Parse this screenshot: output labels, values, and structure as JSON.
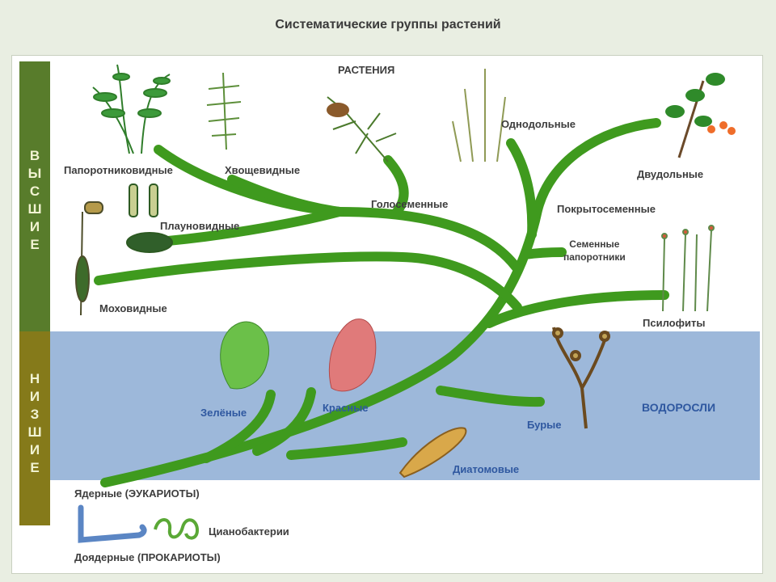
{
  "title": "Систематические группы растений",
  "side": {
    "higher": [
      "В",
      "Ы",
      "С",
      "Ш",
      "И",
      "Е"
    ],
    "lower": [
      "Н",
      "И",
      "З",
      "Ш",
      "И",
      "Е"
    ]
  },
  "labels": {
    "plants": "РАСТЕНИЯ",
    "ferns": "Папоротниковидные",
    "horsetails": "Хвощевидные",
    "gymnosperms": "Голосеменные",
    "monocots": "Однодольные",
    "dicots": "Двудольные",
    "angiosperms": "Покрытосеменные",
    "lycopods": "Плауновидные",
    "seed_ferns_1": "Семенные",
    "seed_ferns_2": "папоротники",
    "mosses": "Моховидные",
    "psilophytes": "Псилофиты",
    "green": "Зелёные",
    "red": "Красные",
    "brown": "Бурые",
    "algae": "ВОДОРОСЛИ",
    "diatoms": "Диатомовые",
    "eukaryotes": "Ядерные (ЭУКАРИОТЫ)",
    "cyanobacteria": "Цианобактерии",
    "prokaryotes": "Доядерные (ПРОКАРИОТЫ)"
  },
  "colors": {
    "branch": "#3f9a1e",
    "higher_bar": "#587c2b",
    "lower_bar": "#857a1a",
    "water": "#9db8da",
    "prokaryote_line": "#5b86c4"
  }
}
